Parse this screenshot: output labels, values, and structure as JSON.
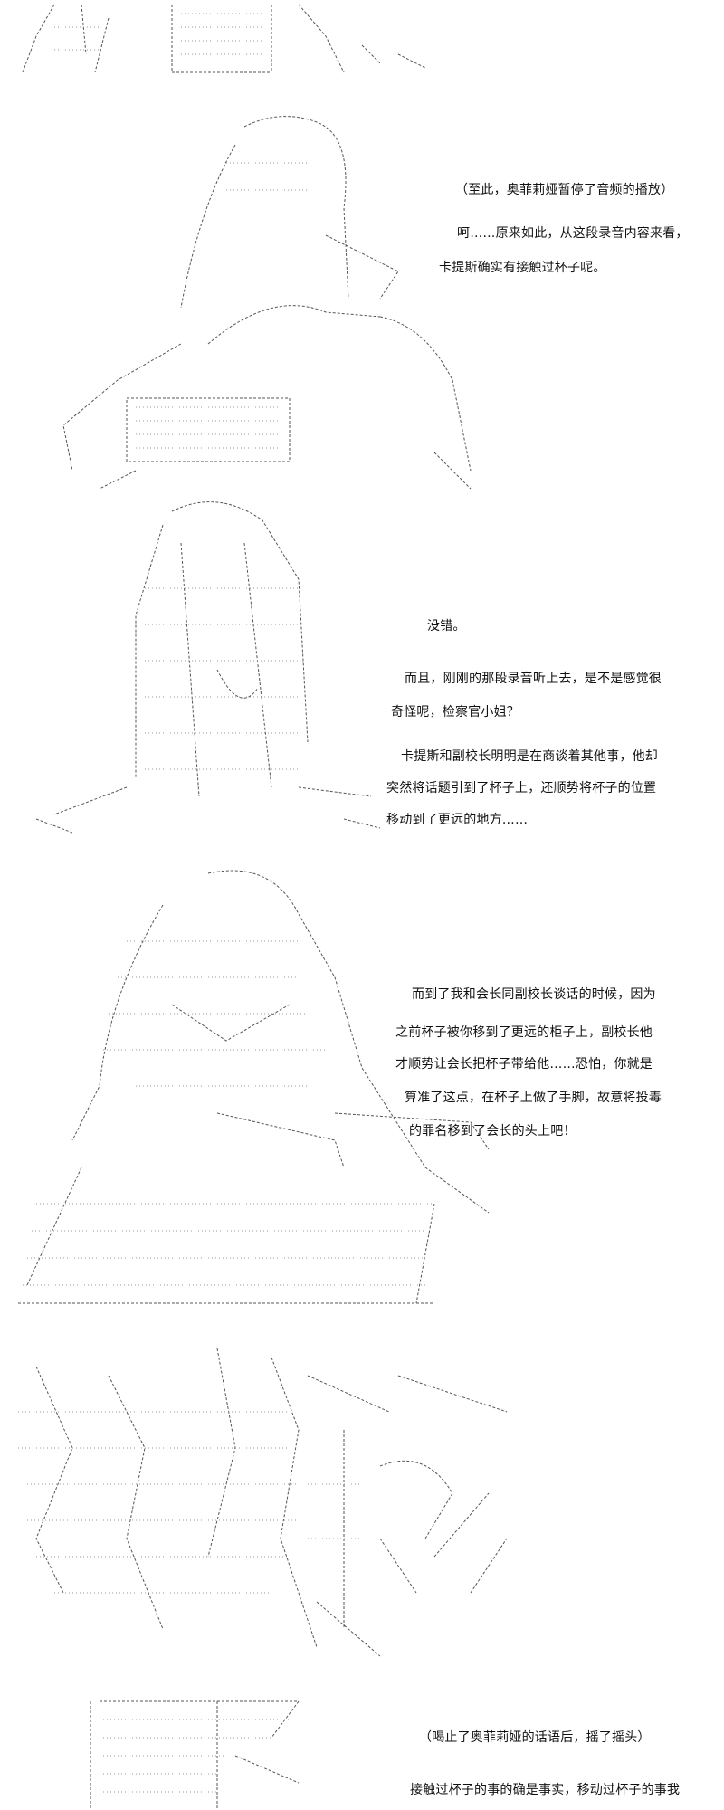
{
  "panels": [
    {
      "lines": [
        "（至此，奥菲莉娅暂停了音频的播放）",
        "呵……原来如此，从这段录音内容来看，",
        "卡提斯确实有接触过杯子呢。"
      ]
    },
    {
      "lines": [
        "没错。",
        "而且，刚刚的那段录音听上去，是不是感觉很",
        "奇怪呢，检察官小姐？",
        "卡提斯和副校长明明是在商谈着其他事，他却",
        "突然将话题引到了杯子上，还顺势将杯子的位置",
        "移动到了更远的地方……"
      ]
    },
    {
      "lines": [
        "而到了我和会长同副校长谈话的时候，因为",
        "之前杯子被你移到了更远的柜子上，副校长他",
        "才顺势让会长把杯子带给他……恐怕，你就是",
        "算准了这点，在杯子上做了手脚，故意将投毒",
        "的罪名移到了会长的头上吧！"
      ]
    },
    {
      "lines": [
        "（喝止了奥菲莉娅的话语后，摇了摇头）",
        "接触过杯子的事的确是事实，移动过杯子的事我"
      ]
    }
  ]
}
